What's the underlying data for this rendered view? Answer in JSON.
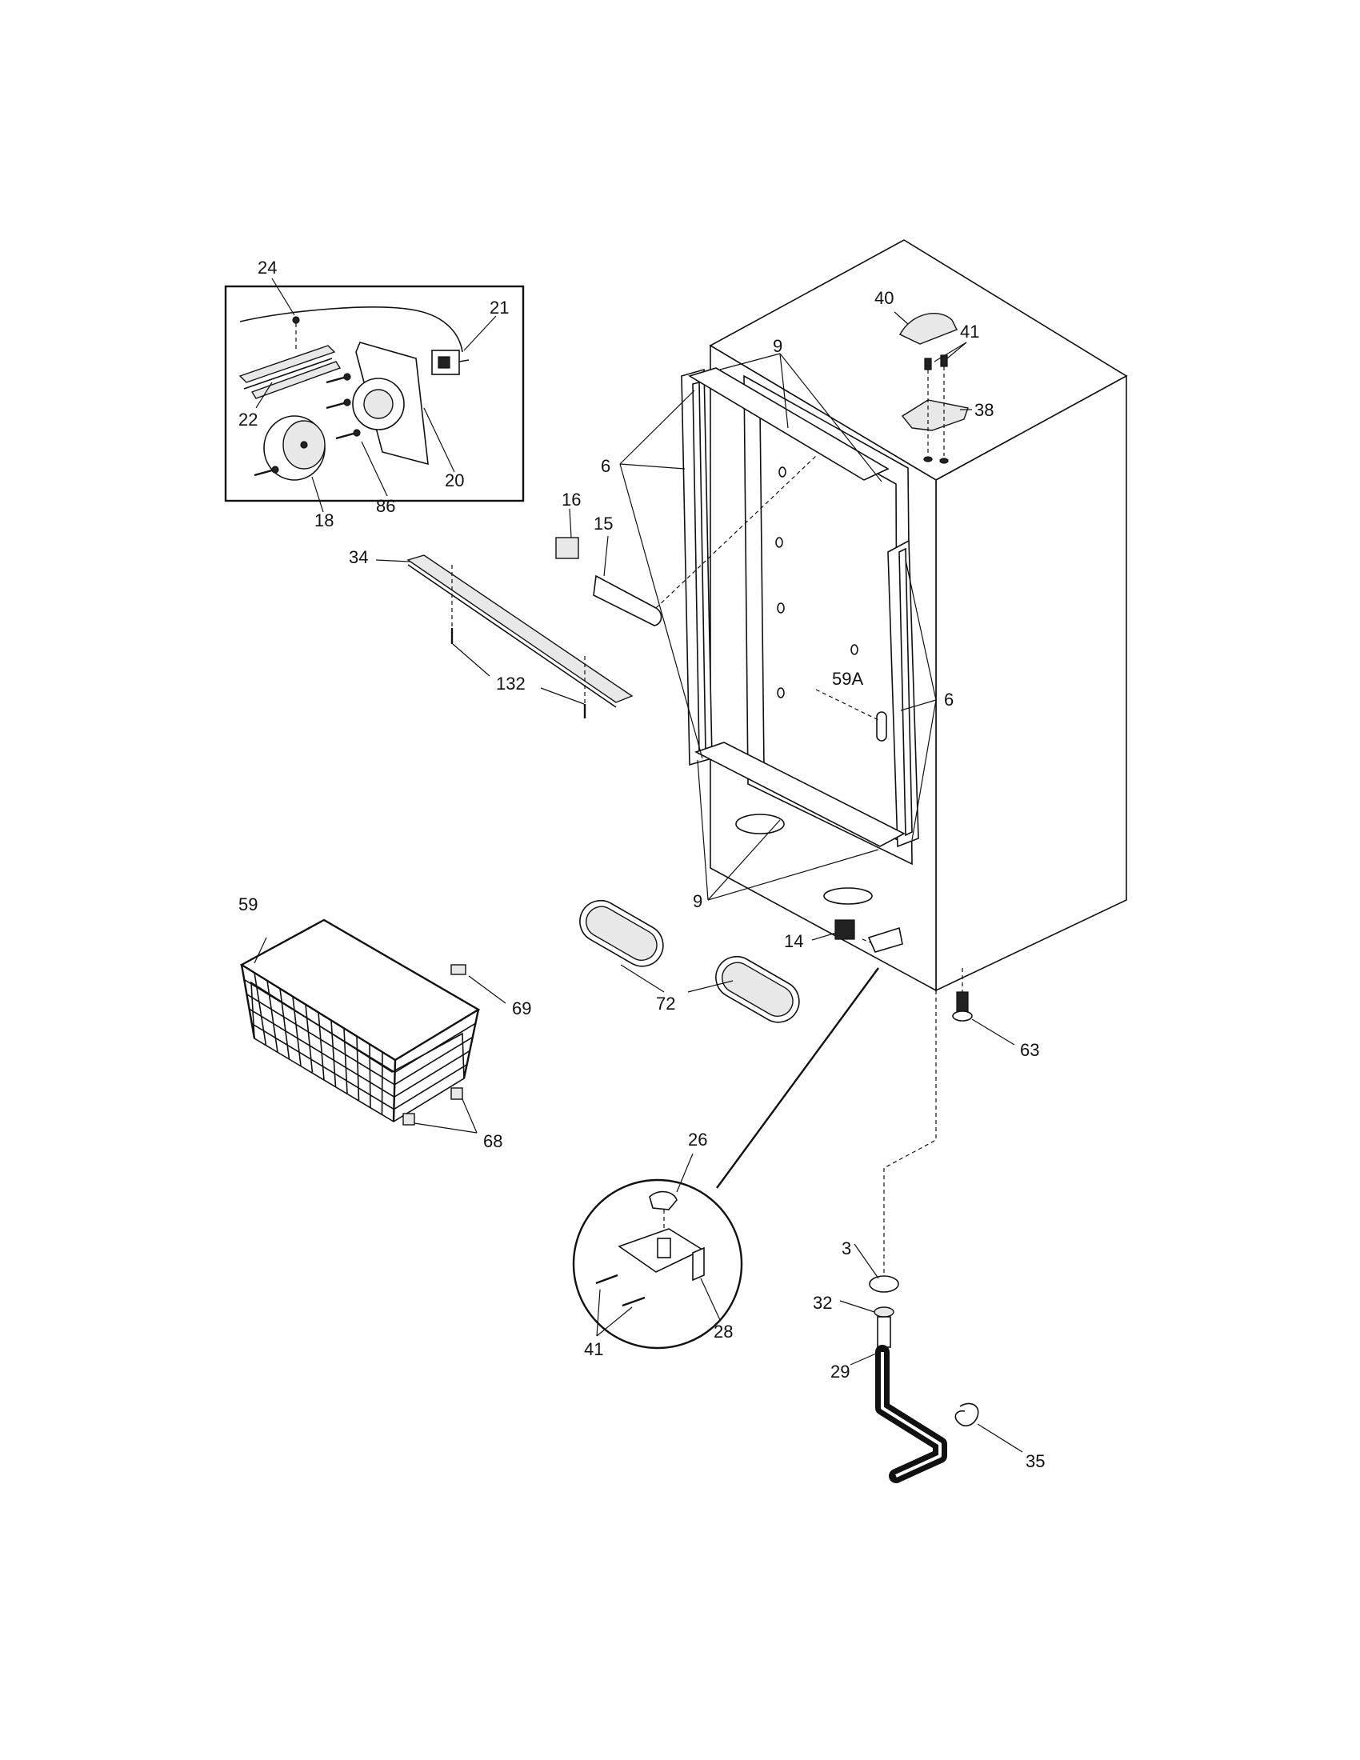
{
  "diagram": {
    "labels": {
      "p24": "24",
      "p21": "21",
      "p22": "22",
      "p20": "20",
      "p18": "18",
      "p86": "86",
      "p16": "16",
      "p15": "15",
      "p34": "34",
      "p132": "132",
      "p40": "40",
      "p41_top": "41",
      "p38": "38",
      "p9_top": "9",
      "p6_left": "6",
      "p59a": "59A",
      "p6_right": "6",
      "p9_bottom": "9",
      "p14": "14",
      "p72": "72",
      "p59": "59",
      "p69": "69",
      "p68": "68",
      "p63": "63",
      "p26": "26",
      "p28": "28",
      "p41_bottom": "41",
      "p3": "3",
      "p32": "32",
      "p29": "29",
      "p35": "35"
    }
  }
}
